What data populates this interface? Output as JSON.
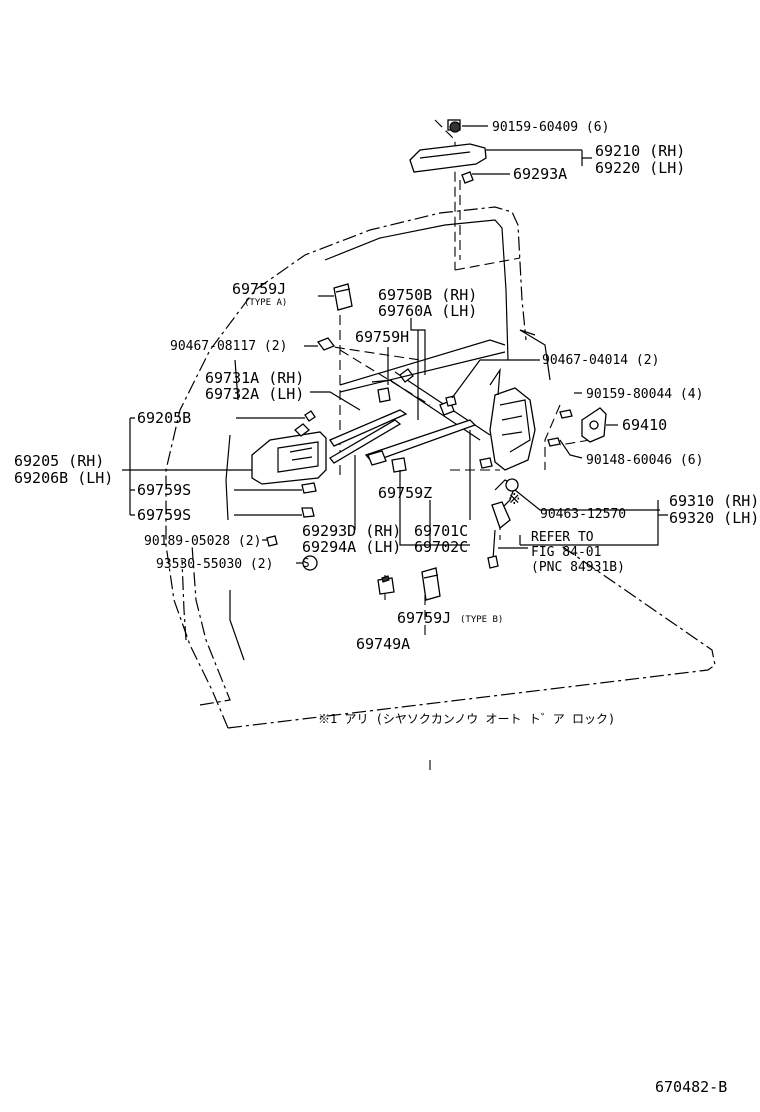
{
  "labels": {
    "p90159_60409": "90159-60409 (6)",
    "p69210": "69210 (RH)",
    "p69220": "69220 (LH)",
    "p69293A": "69293A",
    "p69759J_a": "69759J",
    "typeA": "(TYPE A)",
    "p69750B": "69750B (RH)",
    "p69760A": "69760A (LH)",
    "p69759H": "69759H",
    "p90467_08117": "90467-08117 (2)",
    "p90467_04014": "90467-04014 (2)",
    "p90159_80044": "90159-80044 (4)",
    "p69731A": "69731A (RH)",
    "p69732A": "69732A (LH)",
    "p69410": "69410",
    "p69205B": "69205B",
    "p69205": "69205  (RH)",
    "p69206B": "69206B (LH)",
    "p90148_60046": "90148-60046 (6)",
    "p69759S_1": "69759S",
    "p69759Z": "69759Z",
    "p69310": "69310 (RH)",
    "p69320": "69320 (LH)",
    "p90463_12570": "90463-12570",
    "p69759S_2": "69759S",
    "p69293D": "69293D (RH)",
    "p69294A": "69294A (LH)",
    "p69701C": "69701C",
    "p69702C": "69702C",
    "refer_to": "REFER TO",
    "fig": "FIG 84-01",
    "pnc": "(PNC 84931B)",
    "p90189_05028": "90189-05028 (2)",
    "p93530_55030": "93530-55030 (2)",
    "p69759J_b": "69759J",
    "typeB": "(TYPE B)",
    "p69749A": "69749A",
    "asterisk": "※",
    "note": "※1 アリ (シヤソクカンノウ  オート  ト゛ア  ロック)",
    "circle_s": "S",
    "diagram_id": "670482-B"
  }
}
